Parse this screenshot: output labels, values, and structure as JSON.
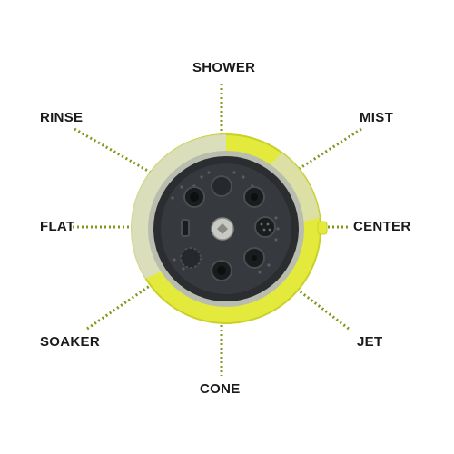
{
  "colors": {
    "leader_line": "#7d9a1a",
    "rim_yellow": "#e4ea3c",
    "rim_gray": "#d8dcd0",
    "face_dark": "#2b2d30",
    "label_text": "#1a1a1a"
  },
  "spray_patterns": [
    {
      "key": "shower",
      "label": "SHOWER"
    },
    {
      "key": "rinse",
      "label": "RINSE"
    },
    {
      "key": "mist",
      "label": "MIST"
    },
    {
      "key": "flat",
      "label": "FLAT"
    },
    {
      "key": "center",
      "label": "CENTER"
    },
    {
      "key": "soaker",
      "label": "SOAKER"
    },
    {
      "key": "jet",
      "label": "JET"
    },
    {
      "key": "cone",
      "label": "CONE"
    }
  ]
}
